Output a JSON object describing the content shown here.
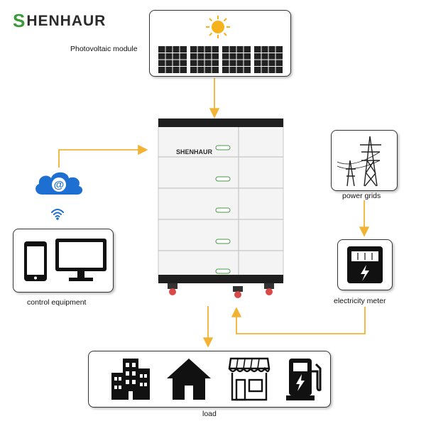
{
  "brand": {
    "logo_initial": "S",
    "logo_rest": "HENHAUR",
    "device_logo": "SHENHAUR"
  },
  "nodes": {
    "pv": {
      "label": "Photovoltaic module"
    },
    "grid": {
      "label": "power grids"
    },
    "meter": {
      "label": "electricity meter"
    },
    "control": {
      "label": "control equipment"
    },
    "load": {
      "label": "load"
    }
  },
  "cloud": {
    "symbol": "@"
  },
  "colors": {
    "arrow": "#f2b233",
    "cloud": "#1d6fd1",
    "sun": "#f6b21c",
    "logo_accent": "#3a9a3a"
  },
  "icons": [
    "sun-icon",
    "solar-panel-icon",
    "cloud-icon",
    "wifi-icon",
    "phone-icon",
    "monitor-icon",
    "power-tower-icon",
    "electricity-meter-icon",
    "building-icon",
    "house-icon",
    "shop-icon",
    "ev-charger-icon"
  ]
}
